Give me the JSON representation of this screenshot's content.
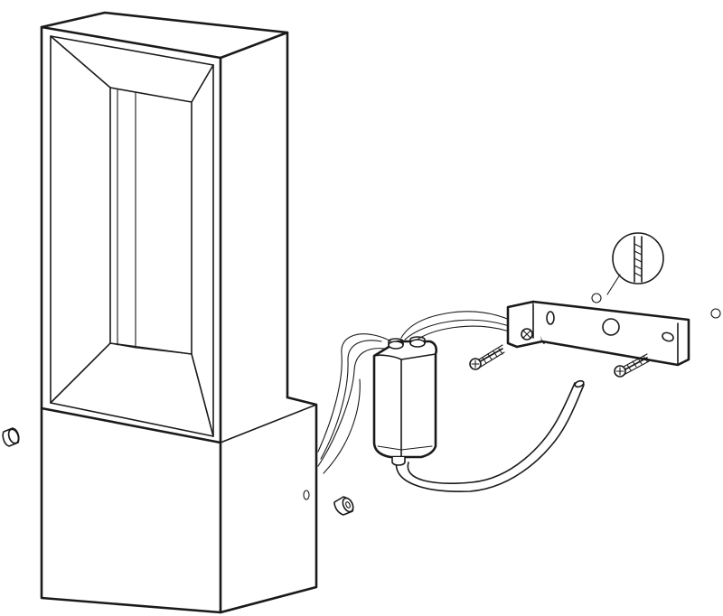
{
  "diagram": {
    "kind": "exploded assembly drawing",
    "style": "black line art on white background",
    "line_color": "#1a1a1a",
    "background_color": "#ffffff",
    "components": [
      {
        "name": "lamp-housing",
        "icon": "rectangular-bollard-lamp"
      },
      {
        "name": "junction-box",
        "icon": "cable-junction-box"
      },
      {
        "name": "mounting-bracket",
        "icon": "l-shaped-wall-bracket"
      },
      {
        "name": "wall-screws",
        "count": 2,
        "icon": "screw-icon"
      },
      {
        "name": "side-screws",
        "count": 2,
        "icon": "set-screw-icon"
      },
      {
        "name": "wall-plug-detail",
        "icon": "wall-plug-callout"
      },
      {
        "name": "supply-cable",
        "icon": "flexible-cable"
      }
    ]
  }
}
